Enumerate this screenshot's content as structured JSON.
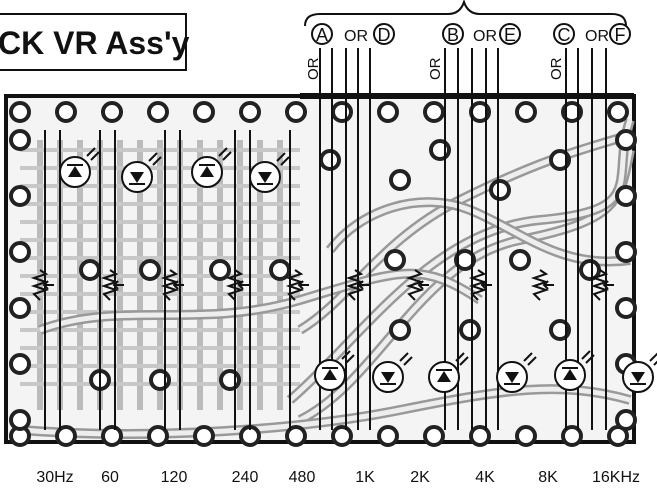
{
  "title_box": {
    "text": "CK  VR Ass'y"
  },
  "option_groups": [
    {
      "primary": "A",
      "alt": "D",
      "or": "OR"
    },
    {
      "primary": "B",
      "alt": "E",
      "or": "OR"
    },
    {
      "primary": "C",
      "alt": "F",
      "or": "OR"
    }
  ],
  "vertical_or_labels": [
    "OR",
    "OR",
    "OR"
  ],
  "frequency_labels": [
    "30Hz",
    "60",
    "120",
    "240",
    "480",
    "1K",
    "2K",
    "4K",
    "8K",
    "16KHz"
  ],
  "colors": {
    "ink": "#111111",
    "board": "#f4f4f4",
    "trace": "#2a2a2a"
  }
}
